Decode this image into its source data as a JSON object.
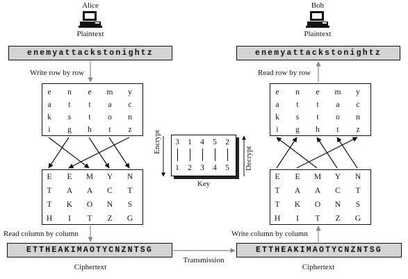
{
  "alice": {
    "name": "Alice",
    "role": "Plaintext"
  },
  "bob": {
    "name": "Bob",
    "role": "Plaintext"
  },
  "plaintext": "enemyattackstonightz",
  "ciphertext": "ETTHEAKIMAOTYCNZNTSG",
  "left_steps": {
    "write": "Write row by row",
    "read": "Read column by column",
    "cipher_label": "Ciphertext"
  },
  "right_steps": {
    "read": "Read row by row",
    "write": "Write column by column",
    "cipher_label": "Ciphertext"
  },
  "plain_grid": [
    [
      "e",
      "n",
      "e",
      "m",
      "y"
    ],
    [
      "a",
      "t",
      "t",
      "a",
      "c"
    ],
    [
      "k",
      "s",
      "t",
      "o",
      "n"
    ],
    [
      "i",
      "g",
      "h",
      "t",
      "z"
    ]
  ],
  "cipher_grid": [
    [
      "E",
      "E",
      "M",
      "Y",
      "N"
    ],
    [
      "T",
      "A",
      "A",
      "C",
      "T"
    ],
    [
      "T",
      "K",
      "O",
      "N",
      "S"
    ],
    [
      "H",
      "I",
      "T",
      "Z",
      "G"
    ]
  ],
  "key": {
    "top": [
      "3",
      "1",
      "4",
      "5",
      "2"
    ],
    "bottom": [
      "1",
      "2",
      "3",
      "4",
      "5"
    ],
    "label": "Key",
    "encrypt": "Encrypt",
    "decrypt": "Decrypt"
  },
  "transmission": "Transmission",
  "colors": {
    "bar_fill": "#d4d4d4",
    "line": "#111111",
    "arrow_gray": "#888888"
  }
}
